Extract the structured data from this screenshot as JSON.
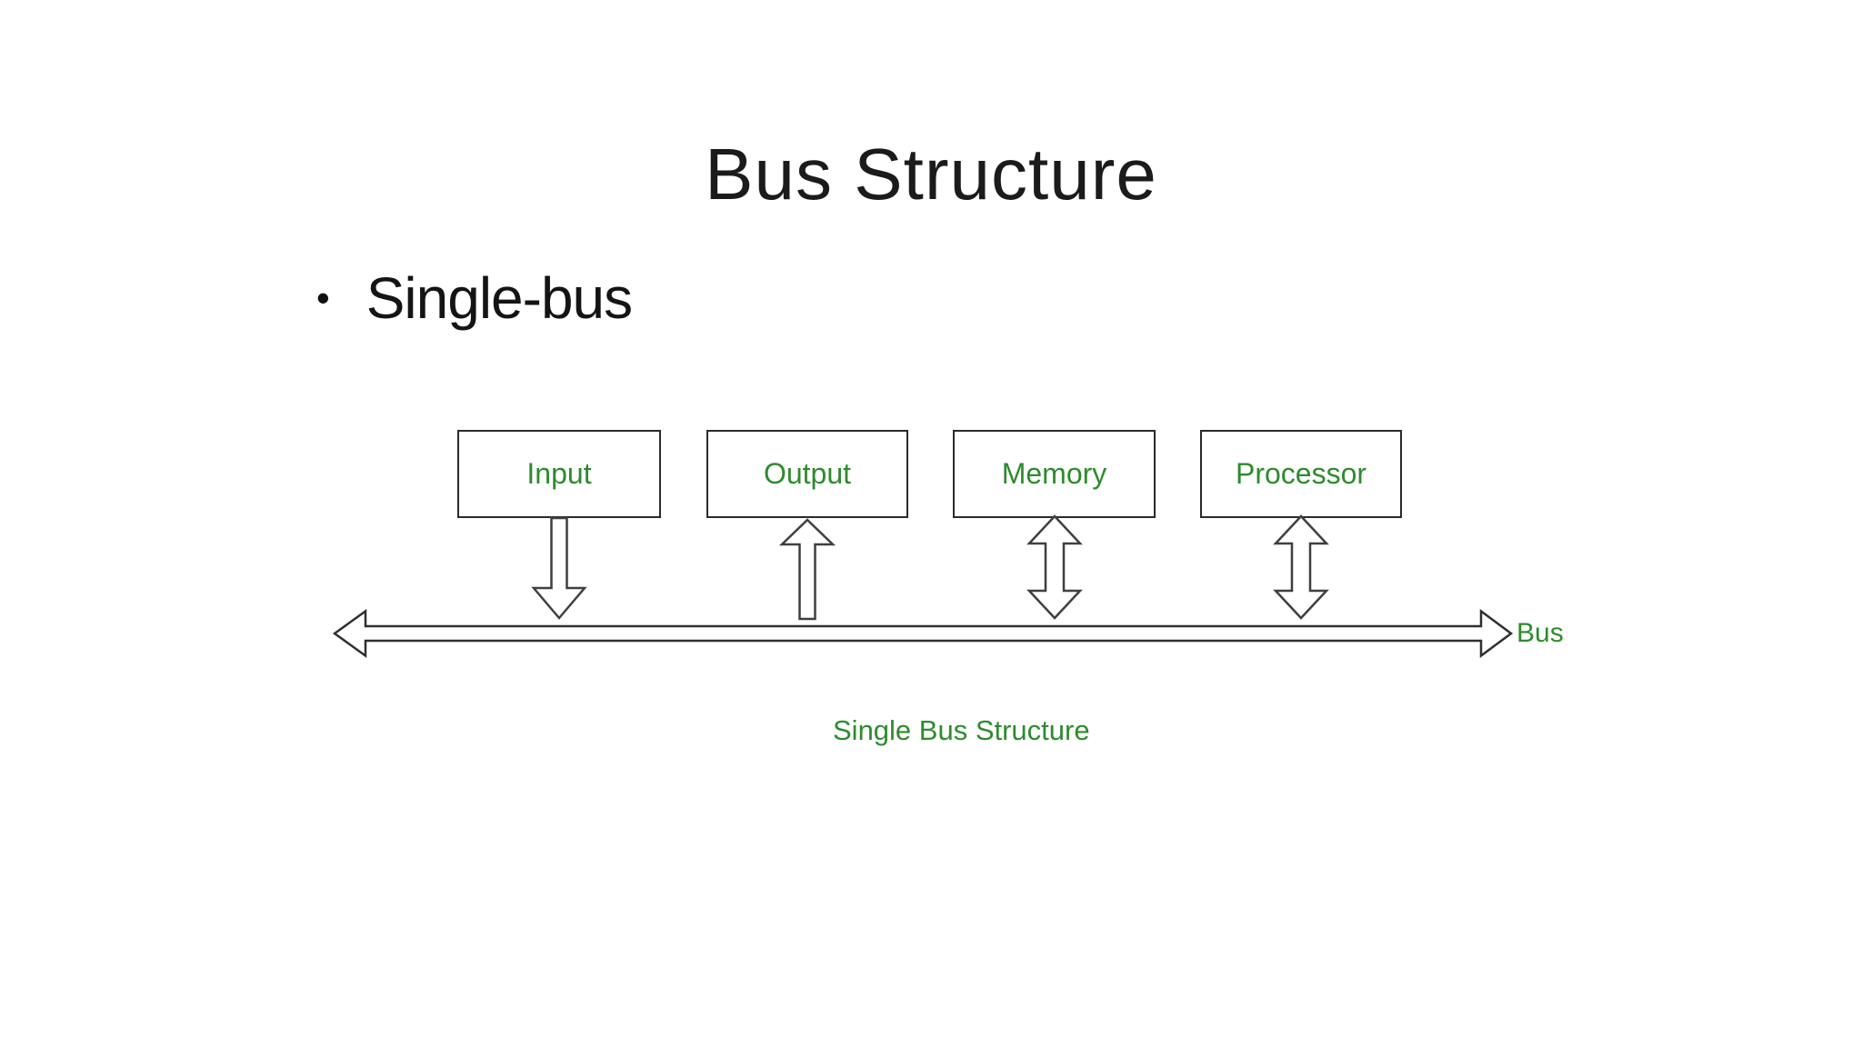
{
  "slide": {
    "title": "Bus Structure",
    "bullet_glyph": "•",
    "bullets": [
      "Single-bus"
    ]
  },
  "diagram": {
    "boxes": [
      {
        "id": "input",
        "label": "Input"
      },
      {
        "id": "output",
        "label": "Output"
      },
      {
        "id": "memory",
        "label": "Memory"
      },
      {
        "id": "processor",
        "label": "Processor"
      }
    ],
    "bus_label": "Bus",
    "caption": "Single Bus Structure",
    "connections": [
      {
        "from": "Input",
        "to": "Bus",
        "direction": "down"
      },
      {
        "from": "Bus",
        "to": "Output",
        "direction": "up"
      },
      {
        "from": "Memory",
        "to": "Bus",
        "direction": "bidirectional"
      },
      {
        "from": "Processor",
        "to": "Bus",
        "direction": "bidirectional"
      }
    ],
    "colors": {
      "label_green": "#2e8b2e",
      "line_dark": "#2f2f2f"
    }
  }
}
